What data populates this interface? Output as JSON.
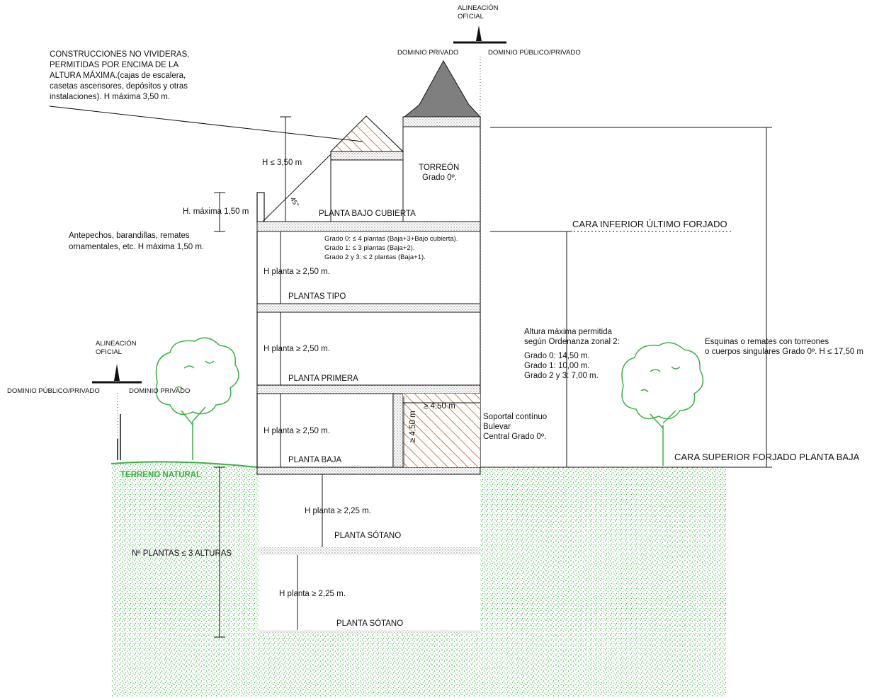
{
  "alignment_top": {
    "title_line1": "ALINEACIÓN",
    "title_line2": "OFICIAL",
    "left": "DOMINIO PRIVADO",
    "right": "DOMINIO PÚBLICO/PRIVADO"
  },
  "alignment_left": {
    "title_line1": "ALINEACIÓN",
    "title_line2": "OFICIAL",
    "left": "DOMINIO PÚBLICO/PRIVADO",
    "right": "DOMINIO PRIVADO"
  },
  "notes": {
    "construcciones": [
      "CONSTRUCCIONES NO VIVIDERAS,",
      "PERMITIDAS POR ENCIMA DE LA",
      "ALTURA MÁXIMA.(cajas de escalera,",
      "casetas ascensores, depósitos y otras",
      "instalaciones). H máxima 3,50 m."
    ],
    "antepechos": [
      "Antepechos, barandillas, remates",
      "ornamentales, etc. H máxima 1,50 m."
    ],
    "h_max_1_50": "H. máxima 1,50 m",
    "h_le_3_50": "H ≤ 3,50 m",
    "angle": "45°",
    "torreon": [
      "TORREÓN",
      "Grado 0º."
    ],
    "grados": [
      "Grado 0: ≤ 4 plantas (Baja+3+Bajo cubierta).",
      "Grado 1: ≤ 3 plantas (Baja+2).",
      "Grado 2 y 3: ≤ 2 plantas (Baja+1)."
    ],
    "altura_maxima": [
      "Altura máxima permitida",
      "según Ordenanza zonal 2:",
      "Grado 0: 14,50 m.",
      "Grado 1: 10,00 m.",
      "Grado 2 y 3: 7,00 m."
    ],
    "esquinas": [
      "Esquinas o remates con torreones",
      "o cuerpos singulares Grado 0º. H ≤ 17,50 m"
    ],
    "soportal": [
      "Soportal contínuo",
      "Bulevar",
      "Central Grado 0º."
    ],
    "soportal_w": "≥ 4,50 m",
    "soportal_h": "≥ 4,50 m",
    "cara_inferior": "CARA INFERIOR ÚLTIMO FORJADO",
    "cara_superior": "CARA SUPERIOR FORJADO PLANTA BAJA",
    "terreno": "TERRENO NATURAL",
    "n_plantas": "Nº PLANTAS ≤ 3 ALTURAS"
  },
  "floors": {
    "bajo_cubierta": "PLANTA BAJO CUBIERTA",
    "tipo": "PLANTAS TIPO",
    "primera": "PLANTA PRIMERA",
    "baja": "PLANTA BAJA",
    "sotano_1": "PLANTA SÓTANO",
    "sotano_2": "PLANTA SÓTANO"
  },
  "heights": {
    "h_tipo_1": "H planta ≥ 2,50 m.",
    "h_tipo_2": "H planta ≥ 2,50 m.",
    "h_baja": "H planta ≥ 2,50 m.",
    "h_sotano_1": "H planta ≥ 2,25 m.",
    "h_sotano_2": "H planta ≥ 2,25 m."
  },
  "colors": {
    "ground": "#3cb043",
    "hatch": "#e07a3c",
    "roof": "#808080",
    "line": "#111111"
  }
}
